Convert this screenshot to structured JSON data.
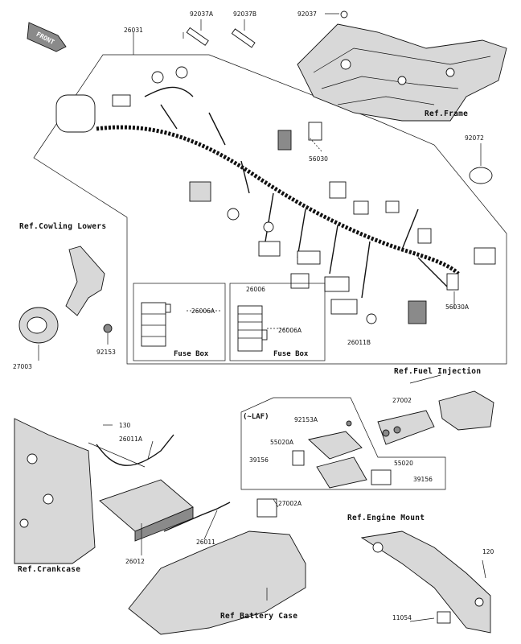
{
  "front_label": "FRONT",
  "parts": {
    "p92037A": "92037A",
    "p92037B": "92037B",
    "p92037": "92037",
    "p26031": "26031",
    "p56030": "56030",
    "p92072": "92072",
    "p26006": "26006",
    "p26006A_1": "26006A",
    "p26006A_2": "26006A",
    "p56030A": "56030A",
    "p26011B": "26011B",
    "p92153_1": "92153",
    "p27003": "27003",
    "p27002": "27002",
    "p130": "130",
    "p26011A": "26011A",
    "p92153A": "92153A",
    "p55020A": "55020A",
    "p39156_1": "39156",
    "p55020": "55020",
    "p39156_2": "39156",
    "p27002A": "27002A",
    "p26012": "26012",
    "p26011": "26011",
    "p120": "120",
    "p11054": "11054"
  },
  "refs": {
    "frame": "Ref.Frame",
    "cowling": "Ref.Cowling Lowers",
    "fuel": "Ref.Fuel Injection",
    "engine_mount": "Ref.Engine Mount",
    "crankcase": "Ref.Crankcase",
    "battery": "Ref Battery Case"
  },
  "fuse_box_left": "Fuse Box",
  "fuse_box_right": "Fuse Box",
  "laf_label": "(~LAF)"
}
